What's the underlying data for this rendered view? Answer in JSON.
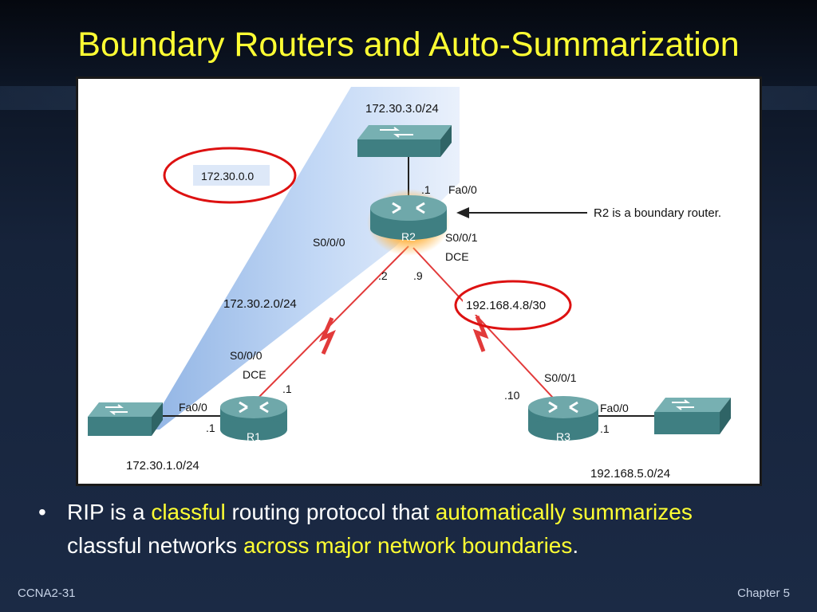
{
  "slide": {
    "title": "Boundary Routers and Auto-Summarization",
    "footer_left": "CCNA2-31",
    "footer_right": "Chapter 5"
  },
  "diagram": {
    "summary_route_label": "172.30.0.0",
    "boundary_note": "R2 is a boundary router.",
    "routers": {
      "r1": {
        "name": "R1",
        "fa_port": "Fa0/0",
        "fa_ip": ".1",
        "serial_port": "S0/0/0",
        "serial_dce": "DCE",
        "serial_ip": ".1"
      },
      "r2": {
        "name": "R2",
        "fa_port": "Fa0/0",
        "fa_ip": ".1",
        "s000_port": "S0/0/0",
        "s000_ip": ".2",
        "s001_port": "S0/0/1",
        "s001_dce": "DCE",
        "s001_ip": ".9"
      },
      "r3": {
        "name": "R3",
        "fa_port": "Fa0/0",
        "fa_ip": ".1",
        "serial_port": "S0/0/1",
        "serial_ip": ".10"
      }
    },
    "networks": {
      "r2_lan": "172.30.3.0/24",
      "r1_lan": "172.30.1.0/24",
      "r1_r2_link": "172.30.2.0/24",
      "r2_r3_link": "192.168.4.8/30",
      "r3_lan": "192.168.5.0/24"
    }
  },
  "bullet": {
    "parts": [
      {
        "text": "RIP is a ",
        "highlight": false
      },
      {
        "text": "classful",
        "highlight": true
      },
      {
        "text": " routing protocol that ",
        "highlight": false
      },
      {
        "text": "automatically summarizes",
        "highlight": true
      },
      {
        "text": " classful networks ",
        "highlight": false
      },
      {
        "text": "across major network boundaries",
        "highlight": true
      },
      {
        "text": ".",
        "highlight": false
      }
    ]
  },
  "colors": {
    "title": "#ffff33",
    "highlight": "#ffff33",
    "device_teal": "#4e8c8e",
    "serial_link": "#e23a3a",
    "callout_circle": "#dd1111",
    "classful_region": "#a9c8f0"
  }
}
